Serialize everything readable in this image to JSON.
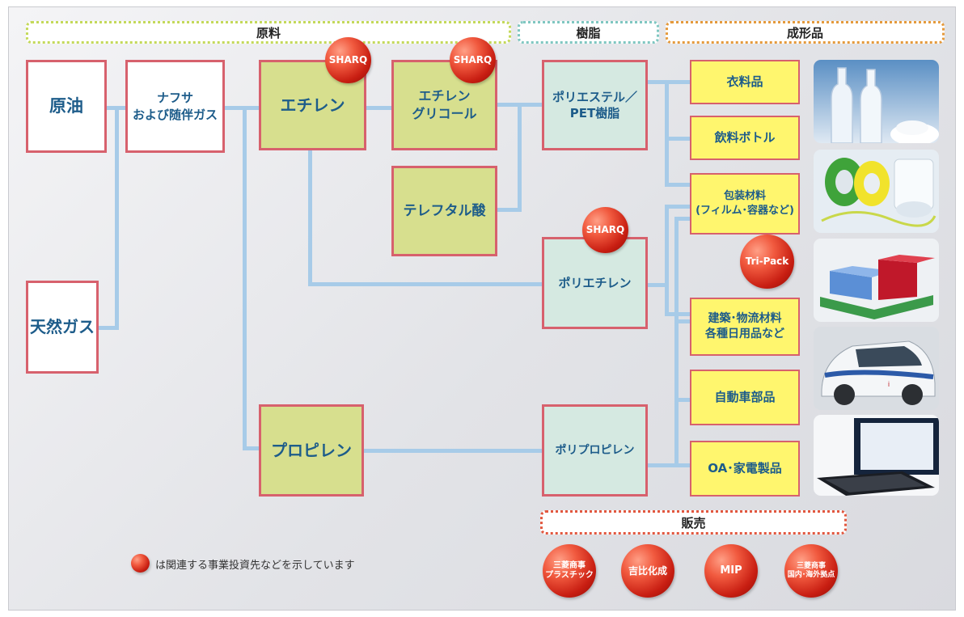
{
  "headers": {
    "raw": "原料",
    "resin": "樹脂",
    "molded": "成形品",
    "sales": "販売"
  },
  "sources": {
    "crude": "原油",
    "gas": "天然ガス",
    "naphtha": "ナフサ\nおよび随伴ガス"
  },
  "intermediates": {
    "ethylene": "エチレン",
    "glycol": "エチレン\nグリコール",
    "terephthalic": "テレフタル酸",
    "propylene": "プロピレン"
  },
  "resins": {
    "pet": "ポリエステル／\nPET樹脂",
    "pe": "ポリエチレン",
    "pp": "ポリプロピレン"
  },
  "products": {
    "clothing": "衣料品",
    "bottles": "飲料ボトル",
    "packaging": "包装材料\n(フィルム･容器など)",
    "construction": "建築･物流材料\n各種日用品など",
    "auto": "自動車部品",
    "oa": "OA･家電製品"
  },
  "affiliates": {
    "sharq_1": "SHARQ",
    "sharq_2": "SHARQ",
    "sharq_3": "SHARQ",
    "tripack": "Tri-Pack"
  },
  "sales_entities": {
    "plastics": "三菱商事\nプラスチック",
    "kisei": "吉比化成",
    "mip": "MIP",
    "bases": "三菱商事\n国内･海外拠点"
  },
  "legend": {
    "note": "は関連する事業投資先などを示しています"
  },
  "photos": [
    "pet-bottles-photo",
    "packaging-tape-film-photo",
    "crates-pallet-photo",
    "electric-car-photo",
    "computer-monitor-photo"
  ],
  "colors": {
    "box_border": "#d7616d",
    "raw_fill": "#d7df8e",
    "resin_fill": "#d5e9e1",
    "product_fill": "#fff66e",
    "connector": "#a7cbe8",
    "label_text": "#1d5c8a",
    "header_raw_border": "#c4d95a",
    "header_resin_border": "#7fc7c1",
    "header_molded_border": "#e59a3c",
    "header_sales_border": "#e2573f",
    "ball_red": "#d42a1b"
  }
}
